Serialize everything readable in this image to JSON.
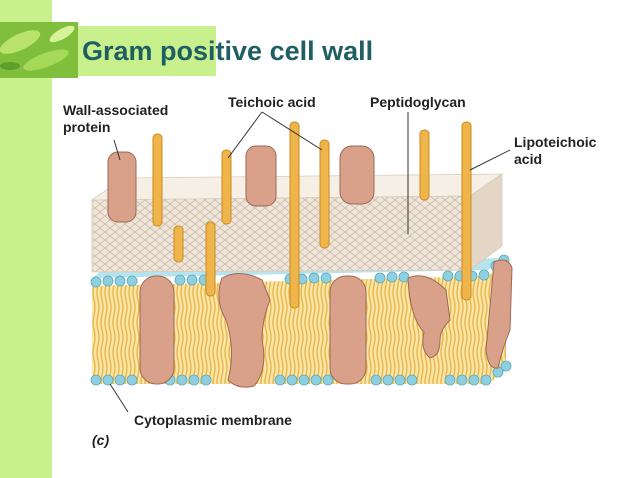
{
  "title": "Gram positive cell wall",
  "colors": {
    "band": "#c8f08c",
    "title": "#1f5f63",
    "protein": "#d9a08a",
    "teichoic": "#f0b54a",
    "membrane_head": "#8fd0e0",
    "membrane_tail": "#f4cf74",
    "peptidoglycan": "#eee3d6"
  },
  "labels": {
    "wall_protein": [
      "Wall-associated",
      "protein"
    ],
    "teichoic": "Teichoic acid",
    "peptidoglycan": "Peptidoglycan",
    "lipoteichoic": [
      "Lipoteichoic",
      "acid"
    ],
    "membrane": "Cytoplasmic membrane",
    "panel": "(c)"
  }
}
